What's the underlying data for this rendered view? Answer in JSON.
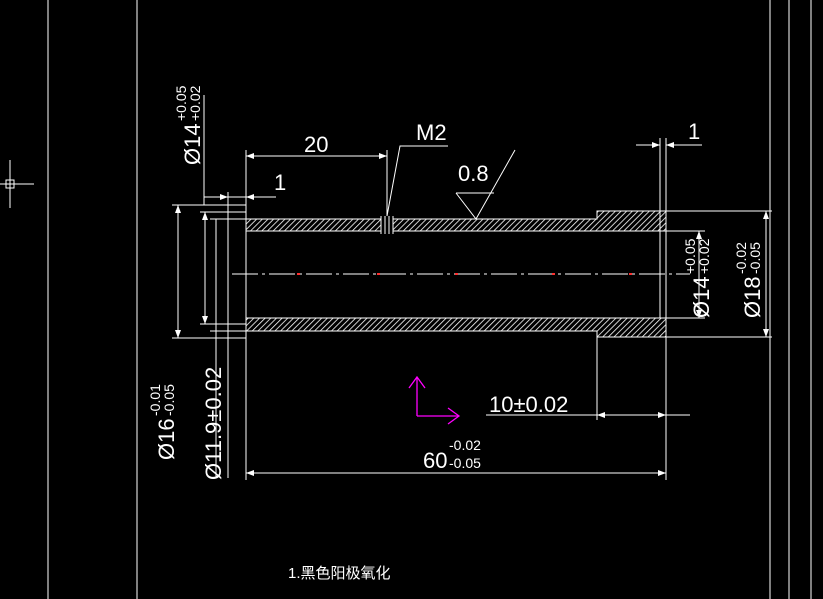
{
  "drawing": {
    "dims": {
      "length_20": "20",
      "length_1_left": "1",
      "length_1_right": "1",
      "thread": "M2",
      "roughness": "0.8",
      "dia_14_top": {
        "sym": "Ø14",
        "upper": "+0.05",
        "lower": "+0.02"
      },
      "dia_14_right": {
        "sym": "Ø14",
        "upper": "+0.05",
        "lower": "+0.02"
      },
      "dia_18": {
        "sym": "Ø18",
        "upper": "-0.02",
        "lower": "-0.05"
      },
      "dia_16": {
        "sym": "Ø16",
        "upper": "-0.01",
        "lower": "-0.05"
      },
      "dia_11_9": "Ø11.9±0.02",
      "length_10": "10±0.02",
      "length_60": {
        "base": "60",
        "upper": "-0.02",
        "lower": "-0.05"
      }
    },
    "note": "1.黑色阳极氧化"
  },
  "colors": {
    "background": "#000000",
    "line": "#ffffff",
    "hatch": "#ffffff",
    "ucs_icon": "#ff00ff",
    "centerline_mark": "#ff3030"
  }
}
